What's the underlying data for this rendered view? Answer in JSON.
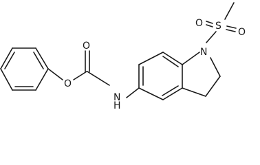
{
  "atoms": {
    "S": "S",
    "O_s1": "O",
    "O_s2": "O",
    "N1": "N",
    "NH": "N",
    "H": "H",
    "O_carbonyl": "O",
    "O_ester": "O"
  }
}
